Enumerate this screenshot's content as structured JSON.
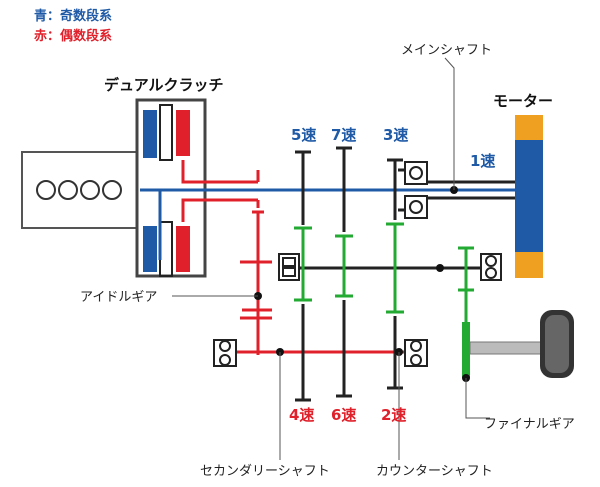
{
  "legend": {
    "odd_label": "青：奇数段系",
    "even_label": "赤：偶数段系"
  },
  "colors": {
    "odd": "#1f5aa6",
    "even": "#e0202a",
    "shared_gear": "#22aa33",
    "shaft": "#222222",
    "motor": "#f0a020"
  },
  "labels": {
    "dual_clutch": "デュアルクラッチ",
    "motor": "モーター",
    "main_shaft": "メインシャフト",
    "idle_gear": "アイドルギア",
    "secondary_shaft": "セカンダリーシャフト",
    "counter_shaft": "カウンターシャフト",
    "final_gear": "ファイナルギア",
    "engine_cylinders": "OOOO"
  },
  "gears": {
    "odd": [
      "5速",
      "7速",
      "3速",
      "1速"
    ],
    "even": [
      "4速",
      "6速",
      "2速"
    ]
  },
  "icons": [
    "engine-block",
    "clutch-unit",
    "bearing-icon",
    "wheel-icon"
  ]
}
